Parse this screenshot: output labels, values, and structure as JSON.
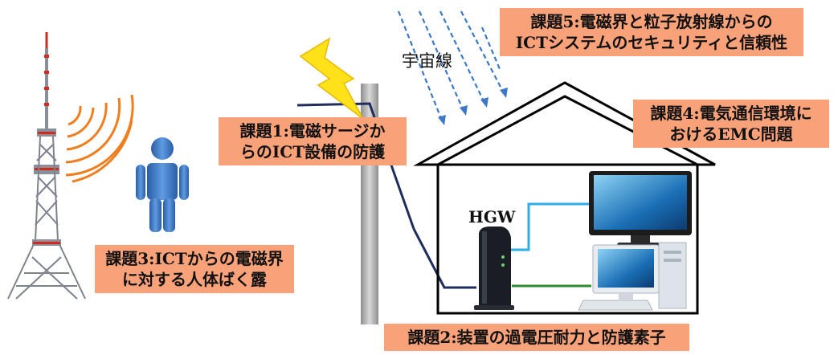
{
  "labels": {
    "cosmic_rays": "宇宙線",
    "hgw": "HGW"
  },
  "callouts": {
    "issue1": {
      "line1": "課題1:電磁サージか",
      "line2": "らのICT設備の防護"
    },
    "issue2": {
      "line1": "課題2:装置の過電圧耐力と防護素子"
    },
    "issue3": {
      "line1": "課題3:ICTからの電磁界",
      "line2": "に対する人体ばく露"
    },
    "issue4": {
      "line1": "課題4:電気通信環境に",
      "line2": "おけるEMC問題"
    },
    "issue5": {
      "line1": "課題5:電磁界と粒子放射線からの",
      "line2": "ICTシステムのセキュリティと信頼性"
    }
  },
  "colors": {
    "callout_bg": "#f9a27a",
    "wave": "#f07e1e",
    "person": "#3d79c7",
    "lightning": "#ffe21a",
    "cosmic_ray": "#3c78c8",
    "pole": "#b4b4b4",
    "house_outline": "#000000",
    "cable_dark": "#1f2d5c",
    "cable_light": "#2eaee6",
    "cable_green": "#2e8b2e",
    "tower_red": "#d12a1f",
    "tower_grey": "#8a9099"
  }
}
